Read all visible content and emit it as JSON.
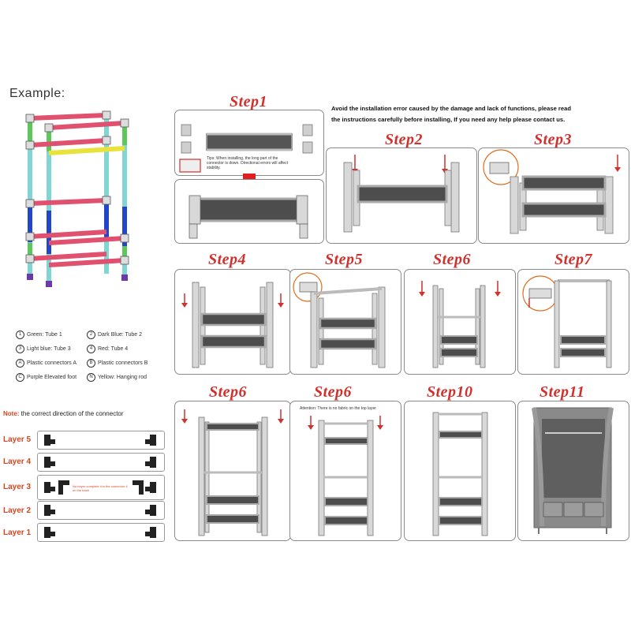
{
  "example_title": "Example:",
  "warning": {
    "line1": "Avoid the installation error caused by the damage and lack of functions, please read",
    "line2": "the instructions carefully before installing, If you need any help please contact us."
  },
  "legend": [
    {
      "sym": "1",
      "text": "Green: Tube 1"
    },
    {
      "sym": "2",
      "text": "Dark Blue: Tube 2"
    },
    {
      "sym": "3",
      "text": "Light blue: Tube 3"
    },
    {
      "sym": "4",
      "text": "Red: Tube 4"
    },
    {
      "sym": "A",
      "text": "Plastic connectors A"
    },
    {
      "sym": "B",
      "text": "Plastic connectors B"
    },
    {
      "sym": "C",
      "text": "Purple Elevated foot"
    },
    {
      "sym": "N",
      "text": "Yellow: Hanging rod"
    }
  ],
  "note": {
    "prefix": "Note:",
    "text": " the correct direction of the connector"
  },
  "layers": [
    "Layer 5",
    "Layer 4",
    "Layer 3",
    "Layer 2",
    "Layer 1"
  ],
  "layer3_note": "No buyer complete it in the connector 4 on the track",
  "steps": {
    "step1": "Step1",
    "step2": "Step2",
    "step3": "Step3",
    "step4": "Step4",
    "step5": "Step5",
    "step6a": "Step6",
    "step7": "Step7",
    "step6b": "Step6",
    "step6c": "Step6",
    "step10": "Step10",
    "step11": "Step11"
  },
  "step1_caption": "Tips: When installing, the long part of the connector is down. Directional errors will affect stability.",
  "step6c_caption": "Attention: There is no fabric on the top layer",
  "colors": {
    "red": "#d0312d",
    "green": "#5cc85a",
    "dark_blue": "#2146c7",
    "light_blue": "#7fd6d3",
    "pink": "#e0506f",
    "yellow": "#e8e23a",
    "purple": "#6a3aa8"
  }
}
